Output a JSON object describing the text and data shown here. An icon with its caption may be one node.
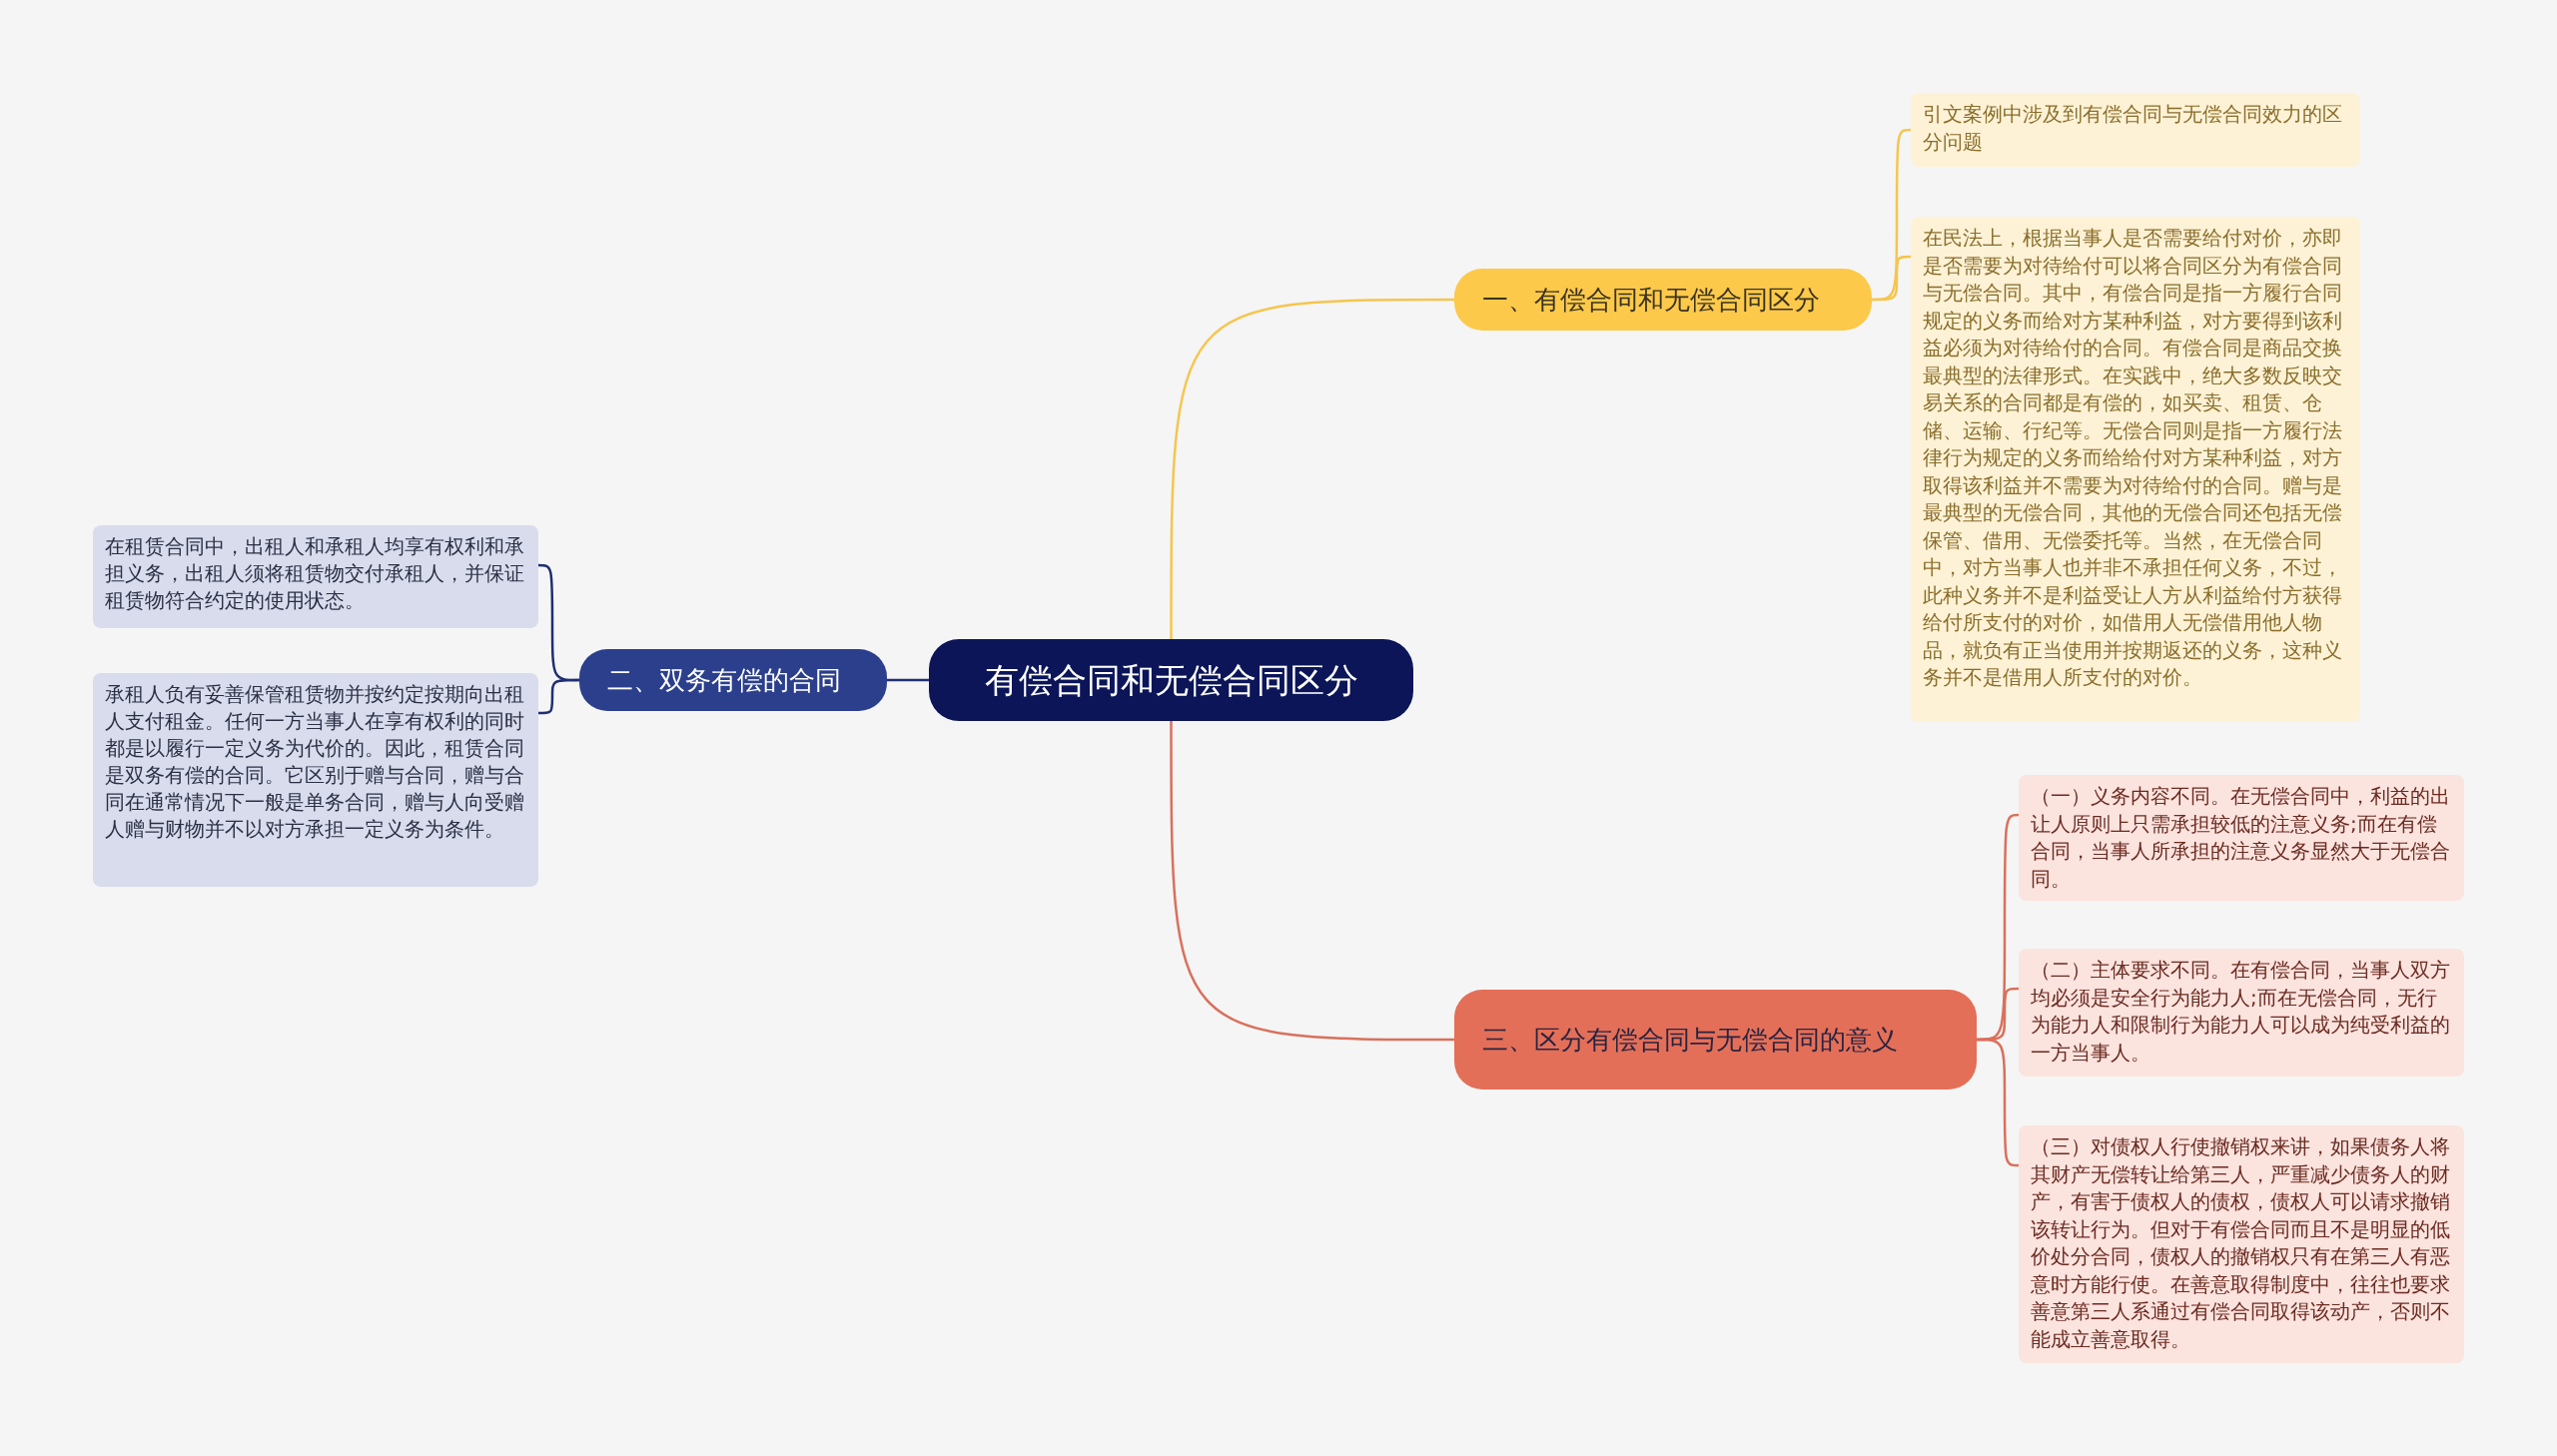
{
  "diagram": {
    "nodes": [
      {
        "text": [
          "有偿合同和无偿合同区分"
        ]
      },
      {
        "text": [
          "一、有偿合同和无偿合同区分"
        ]
      },
      {
        "text": [
          "引文案例中涉及到有偿合同与无偿合同效力的区分问题"
        ]
      },
      {
        "text": [
          "在民法上，根据当事人是否需要给付对价，亦即是否需要为对待给付可以将合同区分为有偿合同与无偿合同。其中，有偿合同是指一方履行合同规定的义务而给对方某种利益，对方要得到该利益必须为对待给付的合同。有偿合同是商品交换最典型的法律形式。在实践中，绝大多数反映交易关系的合同都是有偿的，如买卖、租赁、仓储、运输、行纪等。无偿合同则是指一方履行法律行为规定的义务而给给付对方某种利益，对方取得该利益并不需要为对待给付的合同。赠与是最典型的无偿合同，其他的无偿合同还包括无偿保管、借用、无偿委托等。当然，在无偿合同中，对方当事人也并非不承担任何义务，不过，此种义务并不是利益受让人方从利益给付方获得给付所支付的对价，如借用人无偿借用他人物品，就负有正当使用并按期返还的义务，这种义务并不是借用人所支付的对价。"
        ]
      },
      {
        "text": [
          "二、双务有偿的合同"
        ]
      },
      {
        "text": [
          "在租赁合同中，出租人和承租人均享有权利和承担义务，出租人须将租赁物交付承租人，并保证租赁物符合约定的使用状态。"
        ]
      },
      {
        "text": [
          "承租人负有妥善保管租赁物并按约定按期向出租人支付租金。任何一方当事人在享有权利的同时都是以履行一定义务为代价的。因此，租赁合同是双务有偿的合同。它区别于赠与合同，赠与合同在通常情况下一般是单务合同，赠与人向受赠人赠与财物并不以对方承担一定义务为条件。"
        ]
      },
      {
        "text": [
          "三、区分有偿合同与无偿合同的意义"
        ]
      },
      {
        "text": [
          "（一）义务内容不同。在无偿合同中，利益的出让人原则上只需承担较低的注意义务;而在有偿合同，当事人所承担的注意义务显然大于无偿合同。"
        ]
      },
      {
        "text": [
          "（二）主体要求不同。在有偿合同，当事人双方均必须是安全行为能力人;而在无偿合同，无行为能力人和限制行为能力人可以成为纯受利益的一方当事人。"
        ]
      },
      {
        "text": [
          "（三）对债权人行使撤销权来讲，如果债务人将其财产无偿转让给第三人，严重减少债务人的财产，有害于债权人的债权，债权人可以请求撤销该转让行为。但对于有偿合同而且不是明显的低价处分合同，债权人的撤销权只有在第三人有恶意时方能行使。在善意取得制度中，往往也要求善意第三人系通过有偿合同取得该动产，否则不能成立善意取得。"
        ]
      }
    ],
    "edges": [
      {
        "from": 0,
        "to": 1,
        "arrow": "none",
        "color": "#f5c64e"
      },
      {
        "from": 1,
        "to": 2,
        "arrow": "none",
        "color": "#f5c64e"
      },
      {
        "from": 1,
        "to": 3,
        "arrow": "none",
        "color": "#f5c64e"
      },
      {
        "from": 0,
        "to": 4,
        "arrow": "none",
        "color": "#1f2f72"
      },
      {
        "from": 4,
        "to": 5,
        "arrow": "none",
        "color": "#1f2f72"
      },
      {
        "from": 4,
        "to": 6,
        "arrow": "none",
        "color": "#1f2f72"
      },
      {
        "from": 0,
        "to": 7,
        "arrow": "none",
        "color": "#d9705c"
      },
      {
        "from": 7,
        "to": 8,
        "arrow": "none",
        "color": "#d9705c"
      },
      {
        "from": 7,
        "to": 9,
        "arrow": "none",
        "color": "#d9705c"
      },
      {
        "from": 7,
        "to": 10,
        "arrow": "none",
        "color": "#d9705c"
      }
    ]
  }
}
